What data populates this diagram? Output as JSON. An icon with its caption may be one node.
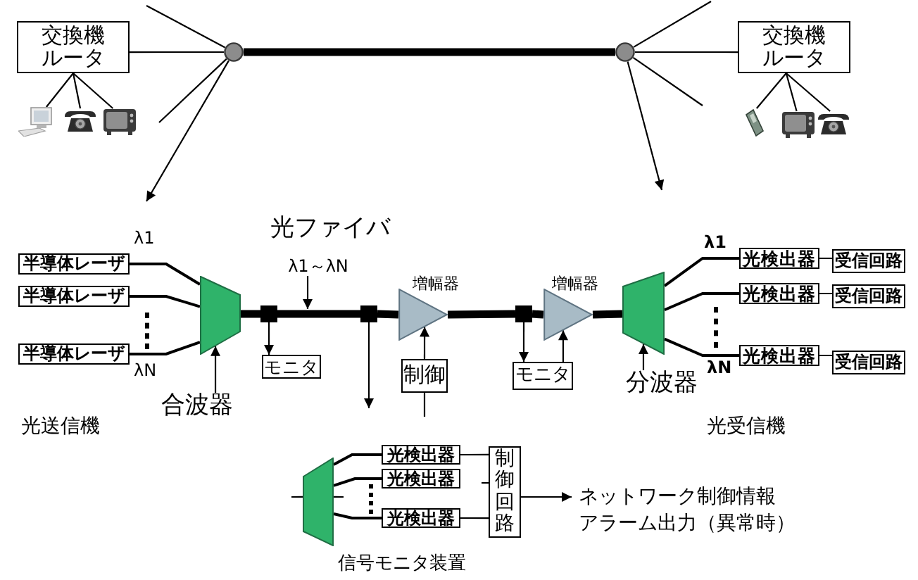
{
  "diagram": {
    "nodes": [
      {
        "text": [
          "交換機",
          "ルータ"
        ]
      },
      {
        "text": [],
        "shape": "circle"
      },
      {
        "text": [],
        "shape": "circle"
      },
      {
        "text": [
          "交換機",
          "ルータ"
        ]
      },
      {
        "text": [],
        "shape": "computer"
      },
      {
        "text": [],
        "shape": "telephone"
      },
      {
        "text": [],
        "shape": "television"
      },
      {
        "text": [],
        "shape": "cellphone"
      },
      {
        "text": [],
        "shape": "television"
      },
      {
        "text": [],
        "shape": "telephone"
      },
      {
        "text": [
          "半導体レーザ"
        ]
      },
      {
        "text": [
          "半導体レーザ"
        ]
      },
      {
        "text": [
          "半導体レーザ"
        ]
      },
      {
        "text": [
          "λ1～λN"
        ]
      },
      {
        "text": [],
        "shape": "trapezoid"
      },
      {
        "text": [],
        "shape": "square"
      },
      {
        "text": [
          "モニタ"
        ]
      },
      {
        "text": [],
        "shape": "square"
      },
      {
        "text": [
          "制御"
        ]
      },
      {
        "text": [],
        "shape": "triangle",
        "beside": [
          "増幅器"
        ]
      },
      {
        "text": [],
        "shape": "square"
      },
      {
        "text": [
          "モニタ"
        ]
      },
      {
        "text": [],
        "shape": "triangle",
        "beside": [
          "増幅器"
        ]
      },
      {
        "text": [],
        "shape": "trapezoid"
      },
      {
        "text": [
          "分波器"
        ]
      },
      {
        "text": [
          "合波器"
        ]
      },
      {
        "text": [
          "光検出器"
        ]
      },
      {
        "text": [
          "光検出器"
        ]
      },
      {
        "text": [
          "光検出器"
        ]
      },
      {
        "text": [
          "受信回路"
        ]
      },
      {
        "text": [
          "受信回路"
        ]
      },
      {
        "text": [
          "受信回路"
        ]
      },
      {
        "text": [],
        "shape": "trapezoid"
      },
      {
        "text": [
          "光検出器"
        ]
      },
      {
        "text": [
          "光検出器"
        ]
      },
      {
        "text": [
          "光検出器"
        ]
      },
      {
        "text": [
          "制御回路"
        ]
      },
      {
        "text": [
          "ネットワーク制御情報",
          "アラーム出力（異常時）"
        ]
      }
    ],
    "edges": [
      {
        "from": 0,
        "to": 1,
        "arrow": "none"
      },
      {
        "from": 1,
        "to": 2,
        "arrow": "none",
        "style": "thick"
      },
      {
        "from": 2,
        "to": 3,
        "arrow": "none"
      },
      {
        "from": 1,
        "to": null,
        "arrow": "none"
      },
      {
        "from": 1,
        "to": null,
        "arrow": "none"
      },
      {
        "from": 1,
        "to": null,
        "arrow": "to"
      },
      {
        "from": 2,
        "to": null,
        "arrow": "none"
      },
      {
        "from": 2,
        "to": null,
        "arrow": "none"
      },
      {
        "from": 2,
        "to": null,
        "arrow": "to"
      },
      {
        "from": 0,
        "to": 4,
        "arrow": "none"
      },
      {
        "from": 0,
        "to": 5,
        "arrow": "none"
      },
      {
        "from": 0,
        "to": 6,
        "arrow": "none"
      },
      {
        "from": 3,
        "to": 7,
        "arrow": "none"
      },
      {
        "from": 3,
        "to": 8,
        "arrow": "none"
      },
      {
        "from": 3,
        "to": 9,
        "arrow": "none"
      },
      {
        "from": 10,
        "to": 14,
        "arrow": "none"
      },
      {
        "from": 11,
        "to": 14,
        "arrow": "none"
      },
      {
        "from": 12,
        "to": 14,
        "arrow": "none"
      },
      {
        "from": 14,
        "to": 15,
        "arrow": "none",
        "style": "thick"
      },
      {
        "from": 15,
        "to": 17,
        "arrow": "none",
        "style": "thick"
      },
      {
        "from": 17,
        "to": 19,
        "arrow": "none",
        "style": "thick"
      },
      {
        "from": 19,
        "to": 20,
        "arrow": "none",
        "style": "thick"
      },
      {
        "from": 20,
        "to": 22,
        "arrow": "none",
        "style": "thick"
      },
      {
        "from": 22,
        "to": 23,
        "arrow": "none",
        "style": "thick"
      },
      {
        "from": 13,
        "to": null,
        "arrow": "to"
      },
      {
        "from": 15,
        "to": 16,
        "arrow": "to"
      },
      {
        "from": 17,
        "to": null,
        "arrow": "to"
      },
      {
        "from": null,
        "to": 18,
        "arrow": "none"
      },
      {
        "from": 18,
        "to": 19,
        "arrow": "to"
      },
      {
        "from": 20,
        "to": 21,
        "arrow": "to"
      },
      {
        "from": 21,
        "to": 22,
        "arrow": "to"
      },
      {
        "from": 25,
        "to": 14,
        "arrow": "to"
      },
      {
        "from": 24,
        "to": 23,
        "arrow": "to"
      },
      {
        "from": 23,
        "to": 26,
        "arrow": "none"
      },
      {
        "from": 23,
        "to": 27,
        "arrow": "none"
      },
      {
        "from": 23,
        "to": 28,
        "arrow": "none"
      },
      {
        "from": 26,
        "to": 29,
        "arrow": "none"
      },
      {
        "from": 27,
        "to": 30,
        "arrow": "none"
      },
      {
        "from": 28,
        "to": 31,
        "arrow": "none"
      },
      {
        "from": null,
        "to": 32,
        "arrow": "none"
      },
      {
        "from": 32,
        "to": 33,
        "arrow": "none"
      },
      {
        "from": 32,
        "to": 34,
        "arrow": "none"
      },
      {
        "from": 32,
        "to": 35,
        "arrow": "none"
      },
      {
        "from": 32,
        "to": null,
        "arrow": "none"
      },
      {
        "from": 33,
        "to": 36,
        "arrow": "none"
      },
      {
        "from": null,
        "to": 36,
        "arrow": "none"
      },
      {
        "from": 35,
        "to": 36,
        "arrow": "none"
      },
      {
        "from": 36,
        "to": 37,
        "arrow": "to"
      }
    ],
    "labels": [
      "光ファイバ",
      "λ1",
      "λ1",
      "λN",
      "λN",
      "光送信機",
      "光受信機",
      "信号モニタ装置"
    ]
  }
}
